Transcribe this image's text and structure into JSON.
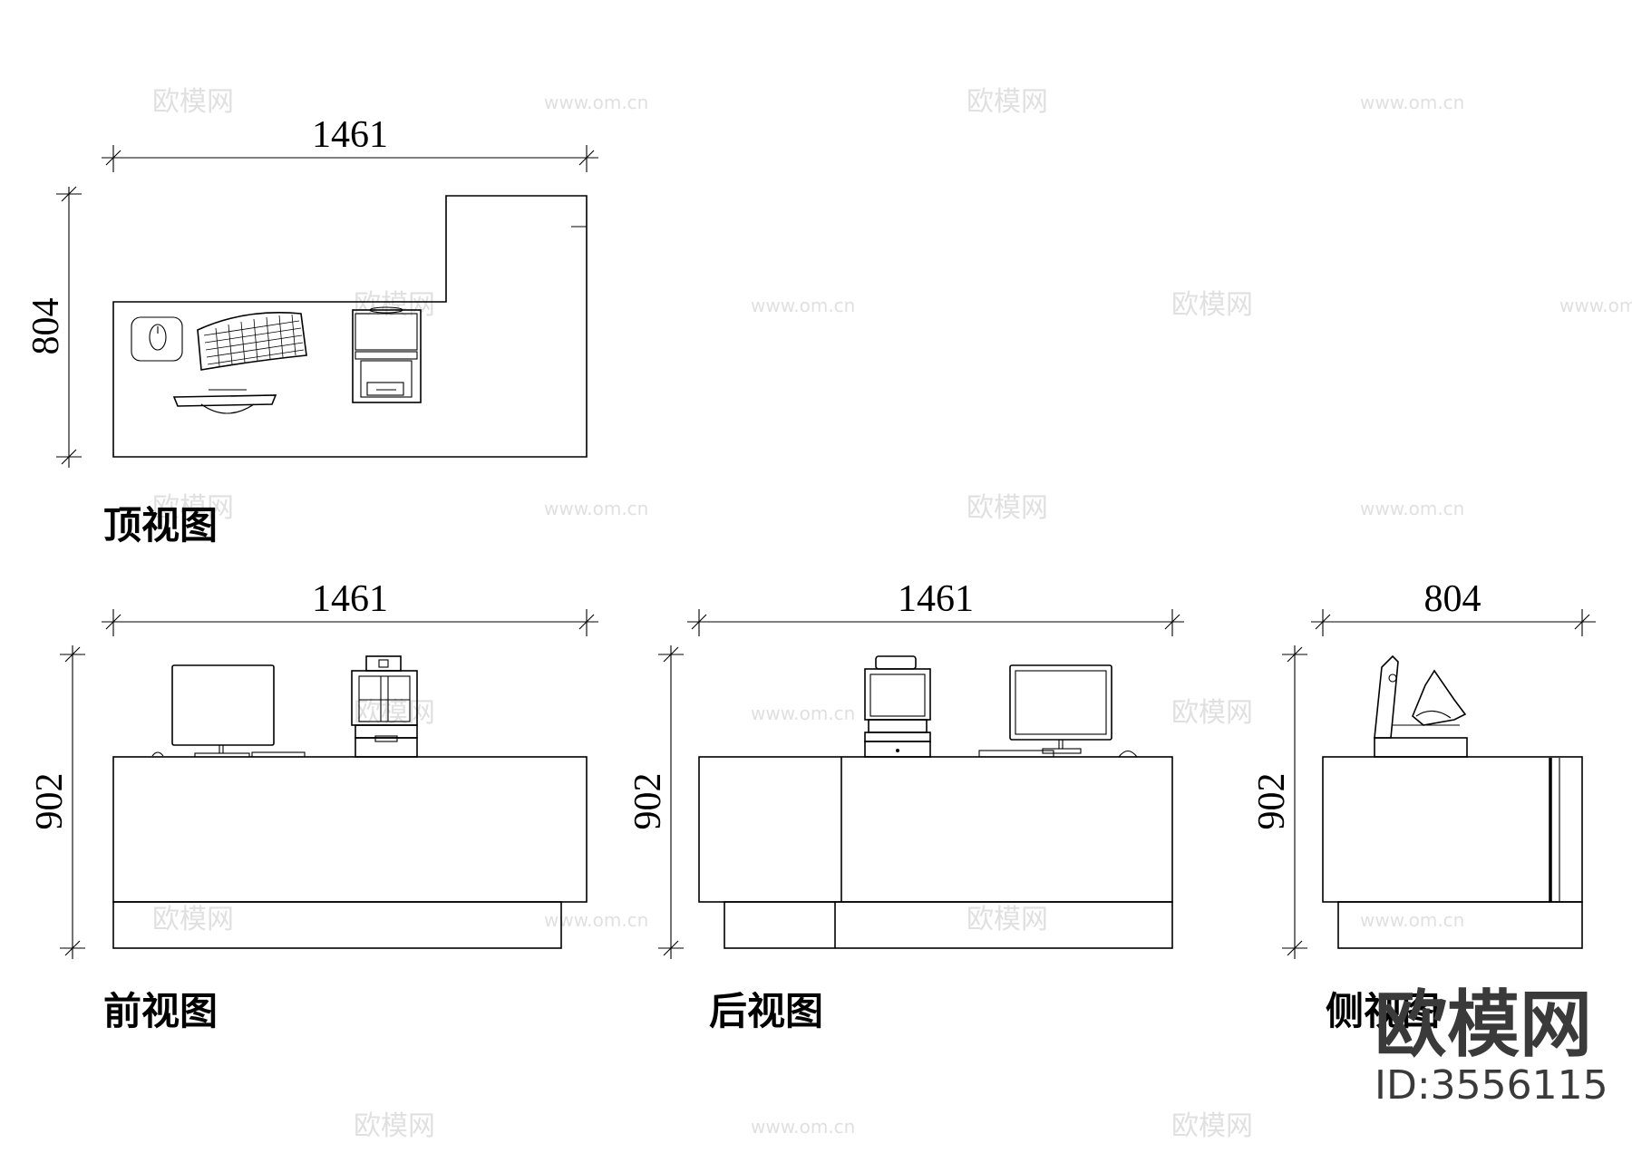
{
  "views": {
    "top": {
      "label": "顶视图",
      "width_dim": "1461",
      "depth_dim": "804"
    },
    "front": {
      "label": "前视图",
      "width_dim": "1461",
      "height_dim": "902"
    },
    "back": {
      "label": "后视图",
      "width_dim": "1461",
      "height_dim": "902"
    },
    "side": {
      "label": "侧视图",
      "width_dim": "804",
      "height_dim": "902"
    }
  },
  "watermark": {
    "cn": "欧模网",
    "url": "www.om.cn"
  },
  "brand": {
    "name": "欧模网",
    "id": "ID:3556115"
  }
}
